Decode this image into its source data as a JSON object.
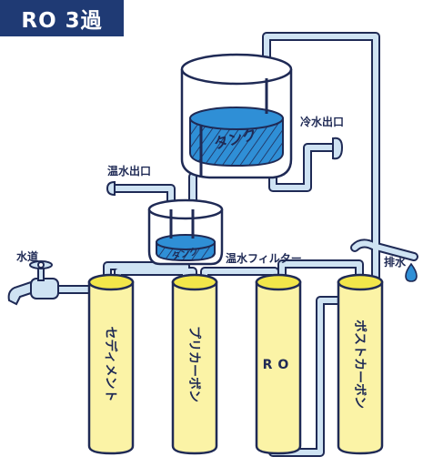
{
  "title": "RO 3過",
  "labels": {
    "cold_outlet": "冷水出口",
    "hot_outlet": "温水出口",
    "hot_filter": "温水フィルター",
    "tap_water": "水道",
    "drain": "排水",
    "tank_big": "タンク",
    "tank_small": "タンク"
  },
  "filters": [
    "セディメント",
    "プリカーボン",
    "RO",
    "ポストカーボン"
  ],
  "colors": {
    "badge": "#1f3a74",
    "pipe_fill": "#cfe3f3",
    "outline": "#1f2a55",
    "water": "#2f8fd6",
    "filter_body": "#fbf3a6",
    "filter_cap": "#f2e64a"
  }
}
